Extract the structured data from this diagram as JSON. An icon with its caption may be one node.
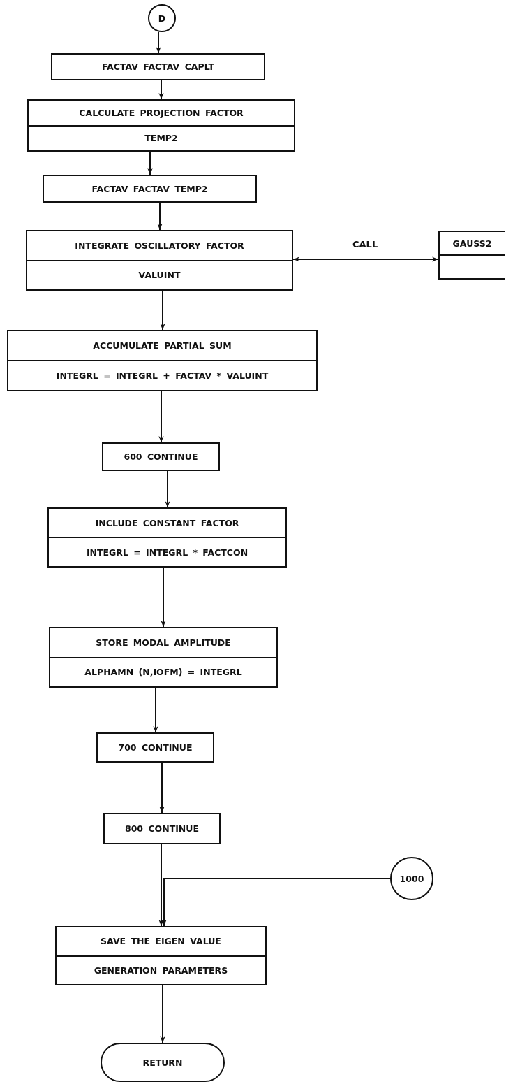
{
  "diagram": {
    "nodes": [
      {
        "text": [
          "D"
        ]
      },
      {
        "text": [
          "FACTAV FACTAV CAPLT"
        ]
      },
      {
        "text": [
          "CALCULATE PROJECTION FACTOR",
          "TEMP2"
        ]
      },
      {
        "text": [
          "FACTAV FACTAV TEMP2"
        ]
      },
      {
        "text": [
          "INTEGRATE OSCILLATORY FACTOR",
          "VALUINT"
        ]
      },
      {
        "text": [
          "GAUSS2"
        ]
      },
      {
        "text": [
          "ACCUMULATE PARTIAL SUM",
          "INTEGRL = INTEGRL + FACTAV * VALUINT"
        ]
      },
      {
        "text": [
          "600 CONTINUE"
        ]
      },
      {
        "text": [
          "INCLUDE CONSTANT FACTOR",
          "INTEGRL = INTEGRL * FACTCON"
        ]
      },
      {
        "text": [
          "STORE MODAL AMPLITUDE",
          "ALPHAMN (N,IOFM) = INTEGRL"
        ]
      },
      {
        "text": [
          "700 CONTINUE"
        ]
      },
      {
        "text": [
          "800 CONTINUE"
        ]
      },
      {
        "text": [
          "1000"
        ]
      },
      {
        "text": [
          "SAVE THE EIGEN VALUE",
          "GENERATION PARAMETERS"
        ]
      },
      {
        "text": [
          "RETURN"
        ]
      }
    ],
    "edges": [
      {
        "from": 0,
        "to": 1,
        "arrow": "to"
      },
      {
        "from": 1,
        "to": 2,
        "arrow": "to"
      },
      {
        "from": 2,
        "to": 3,
        "arrow": "to"
      },
      {
        "from": 3,
        "to": 4,
        "arrow": "to"
      },
      {
        "from": 4,
        "to": 5,
        "arrow": "both",
        "label": "CALL"
      },
      {
        "from": 4,
        "to": 6,
        "arrow": "to"
      },
      {
        "from": 6,
        "to": 7,
        "arrow": "to"
      },
      {
        "from": 7,
        "to": 8,
        "arrow": "to"
      },
      {
        "from": 8,
        "to": 9,
        "arrow": "to"
      },
      {
        "from": 9,
        "to": 10,
        "arrow": "to"
      },
      {
        "from": 10,
        "to": 11,
        "arrow": "to"
      },
      {
        "from": 11,
        "to": 13,
        "arrow": "to"
      },
      {
        "from": 12,
        "to": 13,
        "arrow": "to"
      },
      {
        "from": 13,
        "to": 14,
        "arrow": "to"
      }
    ]
  }
}
